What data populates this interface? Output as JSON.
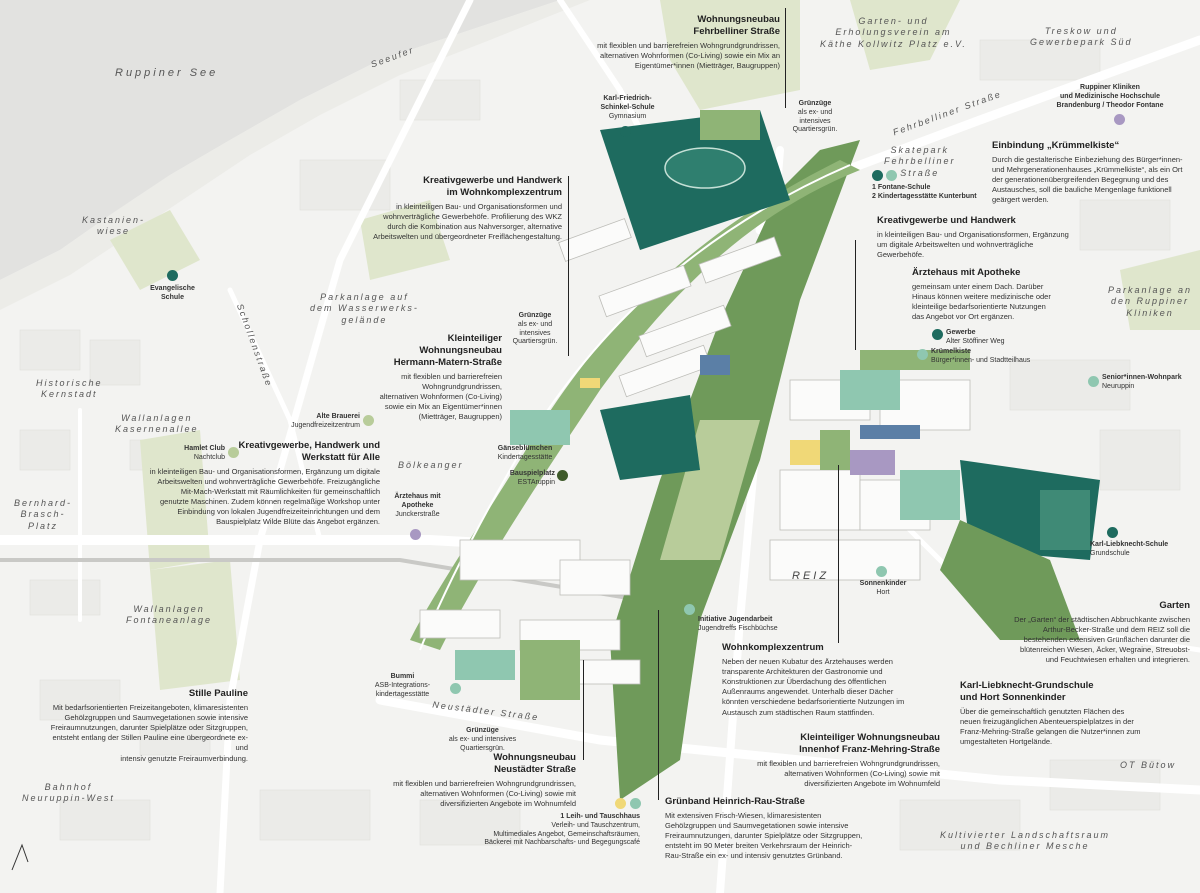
{
  "colors": {
    "green_dark": "#1e6b5f",
    "green_mid": "#6f9a5a",
    "green_light": "#b8cc9a",
    "green_pale": "#dfe6cc",
    "purple": "#a898c2",
    "yellow": "#f0d877",
    "blue": "#5b7fa6",
    "teal_light": "#8fc7b0"
  },
  "places": {
    "ruppiner_see": "Ruppiner See",
    "seeufer": "Seeufer",
    "kastanienwiese": "Kastanien-\nwiese",
    "parkanlage_wasserwerk": "Parkanlage auf\ndem Wasserwerks-\ngelände",
    "schollenstrasse": "Schollenstraße",
    "historische_kernstadt": "Historische\nKernstadt",
    "wallanlagen_kasernenallee": "Wallanlagen\nKasernenallee",
    "boelkeanger": "Bölkeanger",
    "bernhard_brasch_platz": "Bernhard-\nBrasch-\nPlatz",
    "wallanlagen_fontaneanlage": "Wallanlagen\nFontaneanlage",
    "bahnhof": "Bahnhof\nNeuruppin-West",
    "neustaedter_strasse": "Neustädter Straße",
    "fehrbelliner_strasse": "Fehrbelliner Straße",
    "garten_erholungsverein": "Garten- und\nErholungsverein am\nKäthe Kollwitz Platz e.V.",
    "treskow": "Treskow und\nGewerbepark Süd",
    "skatepark": "Skatepark\nFehrbelliner\nStraße",
    "parkanlage_kliniken": "Parkanlage an\nden Ruppiner\nKliniken",
    "reiz": "REIZ",
    "ot_buetow": "OT Bütow",
    "kulturlandschaft": "Kultivierter Landschaftsraum\nund Bechliner Mesche"
  },
  "pois": {
    "karl_friedrich": {
      "name": "Karl-Friedrich-\nSchinkel-Schule",
      "sub": "Gymnasium"
    },
    "evangelische": {
      "name": "Evangelische\nSchule",
      "sub": ""
    },
    "alte_brauerei": {
      "name": "Alte Brauerei",
      "sub": "Jugendfreizeitzentrum"
    },
    "hamlet": {
      "name": "Hamlet Club",
      "sub": "Nachtclub"
    },
    "gaenseblumchen": {
      "name": "Gänseblümchen",
      "sub": "Kindertagesstätte"
    },
    "bauspielplatz": {
      "name": "Bauspielplatz",
      "sub": "ESTAruppin"
    },
    "aerztehaus_junckers": {
      "name": "Ärztehaus mit\nApotheke",
      "sub": "Junckerstraße"
    },
    "gruenzuege_top": {
      "name": "Grünzüge",
      "sub": "als ex- und\nintensives\nQuartiersgrün."
    },
    "gruenzuege_mid": {
      "name": "Grünzüge",
      "sub": "als ex- und\nintensives\nQuartiersgrün."
    },
    "gruenzuege_low": {
      "name": "Grünzüge",
      "sub": "als ex- und intensives\nQuartiersgrün."
    },
    "fontane_schule": {
      "name": "1 Fontane-Schule\n2 Kindertagesstätte Kunterbunt",
      "sub": ""
    },
    "ruppiner_kliniken": {
      "name": "Ruppiner Kliniken\nund Medizinische Hochschule\nBrandenburg / Theodor Fontane",
      "sub": ""
    },
    "gewerbe": {
      "name": "Gewerbe",
      "sub": "Alter Stöffiner Weg"
    },
    "kruemelkiste": {
      "name": "Krümelkiste",
      "sub": "Bürger*innen- und Stadtteilhaus"
    },
    "senioren": {
      "name": "Senior*innen-Wohnpark",
      "sub": "Neuruppin"
    },
    "karl_liebknecht": {
      "name": "Karl-Liebknecht-Schule",
      "sub": "Grundschule"
    },
    "sonnenkinder": {
      "name": "Sonnenkinder",
      "sub": "Hort"
    },
    "jugendarbeit": {
      "name": "Initiative Jugendarbeit",
      "sub": "Jugendtreffs Fischbüchse"
    },
    "bummi": {
      "name": "Bummi",
      "sub": "ASB-Integrations-\nkindertagesstätte"
    },
    "leih_tausch": {
      "name": "1 Leih- und Tauschhaus",
      "sub": "Verleih- und Tauschzentrum,\nMultimediales Angebot, Gemeinschaftsräumen,\nBäckerei mit Nachbarschafts- und Begegungscafé"
    }
  },
  "blocks": {
    "fehrbelliner_wohnung": {
      "title": "Wohnungsneubau\nFehrbelliner Straße",
      "text": "mit flexiblen und barrierefreien Wohngrundgrundrissen,\nalternativen Wohnformen (Co-Living) sowie ein Mix an\nEigentümer*innen (Mietträger, Baugruppen)"
    },
    "kreativ_wohnkomplex": {
      "title": "Kreativgewerbe und Handwerk\nim Wohnkomplexzentrum",
      "text": "in kleinteiligen Bau- und Organisationsformen und\nwohnverträgliche Gewerbehöfe. Profilierung des WKZ\ndurch die Kombination aus Nahversorger, alternative\nArbeitswelten und übergeordneter Freiflächengestaltung."
    },
    "kleinteilig_hermann": {
      "title": "Kleinteiliger\nWohnungsneubau\nHermann-Matern-Straße",
      "text": "mit flexiblen und barrierefreien\nWohngrundgrundrissen,\nalternativen Wohnformen (Co-Living)\nsowie ein Mix an Eigentümer*innen\n(Mietträger, Baugruppen)"
    },
    "kreativ_alle": {
      "title": "Kreativgewerbe, Handwerk und\nWerkstatt für Alle",
      "text": "in kleinteiligen Bau- und Organisationsformen, Ergänzung um digitale\nArbeitswelten und wohnverträgliche Gewerbehöfe. Freizugängliche\nMit-Mach-Werkstatt mit Räumlichkeiten für gemeinschaftlich\ngenutzte Maschinen. Zudem können regelmäßige Workshop unter\nEinbindung von lokalen Jugendfreizeiteinrichtungen und dem\nBauspielplatz Wilde Blüte das Angebot ergänzen."
    },
    "stille_pauline": {
      "title": "Stille Pauline",
      "text": "Mit bedarfsorientierten Freizeitangeboten, klimaresistenten\nGehölzgruppen und Saumvegetationen sowie intensive\nFreiraumnutzungen, darunter Spielplätze oder Sitzgruppen,\nentsteht entlang der Stillen Pauline eine übergeordnete ex- und\nintensiv genutzte Freiraumverbindung."
    },
    "neustaedter_wohnung": {
      "title": "Wohnungsneubau\nNeustädter Straße",
      "text": "mit flexiblen und barrierefreien Wohngrundgrundrissen,\nalternativen Wohnformen (Co-Living) sowie mit\ndiversifizierten Angebote im Wohnumfeld"
    },
    "kruemmelkiste": {
      "title": "Einbindung „Krümmelkiste“",
      "text": "Durch die gestalterische Einbeziehung des Bürger*innen-\nund Mehrgenerationenhauses „Krümmelkiste“, als ein Ort\nder generationenübergreifenden Begegnung und des\nAustausches, soll die bauliche Mengenlage funktionell\ngeärgert werden."
    },
    "kreativ_rechts": {
      "title": "Kreativgewerbe und Handwerk",
      "text": "in kleinteiligen Bau- und Organisationsformen, Ergänzung\num digitale Arbeitswelten und wohnverträgliche\nGewerbehöfe."
    },
    "aerztehaus": {
      "title": "Ärztehaus mit Apotheke",
      "text": "gemeinsam unter einem Dach. Darüber\nHinaus können weitere medizinische oder\nkleinteilige bedarfsorientierte Nutzungen\ndas Angebot vor Ort ergänzen."
    },
    "wohnkomplexzentrum": {
      "title": "Wohnkomplexzentrum",
      "text": "Neben der neuen Kubatur des Ärztehauses werden\ntransparente Architekturen der Gastronomie und\nKonstruktionen zur Überdachung des öffentlichen\nAußenraums angewendet. Unterhalb dieser Dächer\nkönnten verschiedene bedarfsorientierte Nutzungen im\nAustausch zum städtischen Raum stattfinden."
    },
    "innenhof": {
      "title": "Kleinteiliger Wohnungsneubau\nInnenhof Franz-Mehring-Straße",
      "text": "mit flexiblen und barrierefreien Wohngrundgrundrissen,\nalternativen Wohnformen (Co-Living) sowie mit\ndiversifizierten Angebote im Wohnumfeld"
    },
    "garten": {
      "title": "Garten",
      "text": "Der „Garten“ der städtischen Abbruchkante zwischen\nArthur-Becker-Straße und dem REIZ soll die\nbestehenden extensiven Grünflächen darunter die\nblütenreichen Wiesen, Äcker, Wegraine, Streuobst-\nund Feuchtwiesen erhalten und integrieren."
    },
    "liebknecht": {
      "title": "Karl-Liebknecht-Grundschule\nund Hort Sonnenkinder",
      "text": "Über die gemeinschaftlich genutzten Flächen des\nneuen freizugänglichen Abenteuerspielplatzes in der\nFranz-Mehring-Straße gelangen die Nutzer*innen zum\numgestalteten Hortgelände."
    },
    "gruenband": {
      "title": "Grünband Heinrich-Rau-Straße",
      "text": "Mit extensiven Frisch-Wiesen, klimaresistenten\nGehölzgruppen und Saumvegetationen sowie intensive\nFreiraumnutzungen, darunter Spielplätze oder Sitzgruppen,\nentsteht im 90 Meter breiten Verkehrsraum der Heinrich-\nRau-Straße ein ex- und intensiv genutztes Grünband."
    }
  }
}
